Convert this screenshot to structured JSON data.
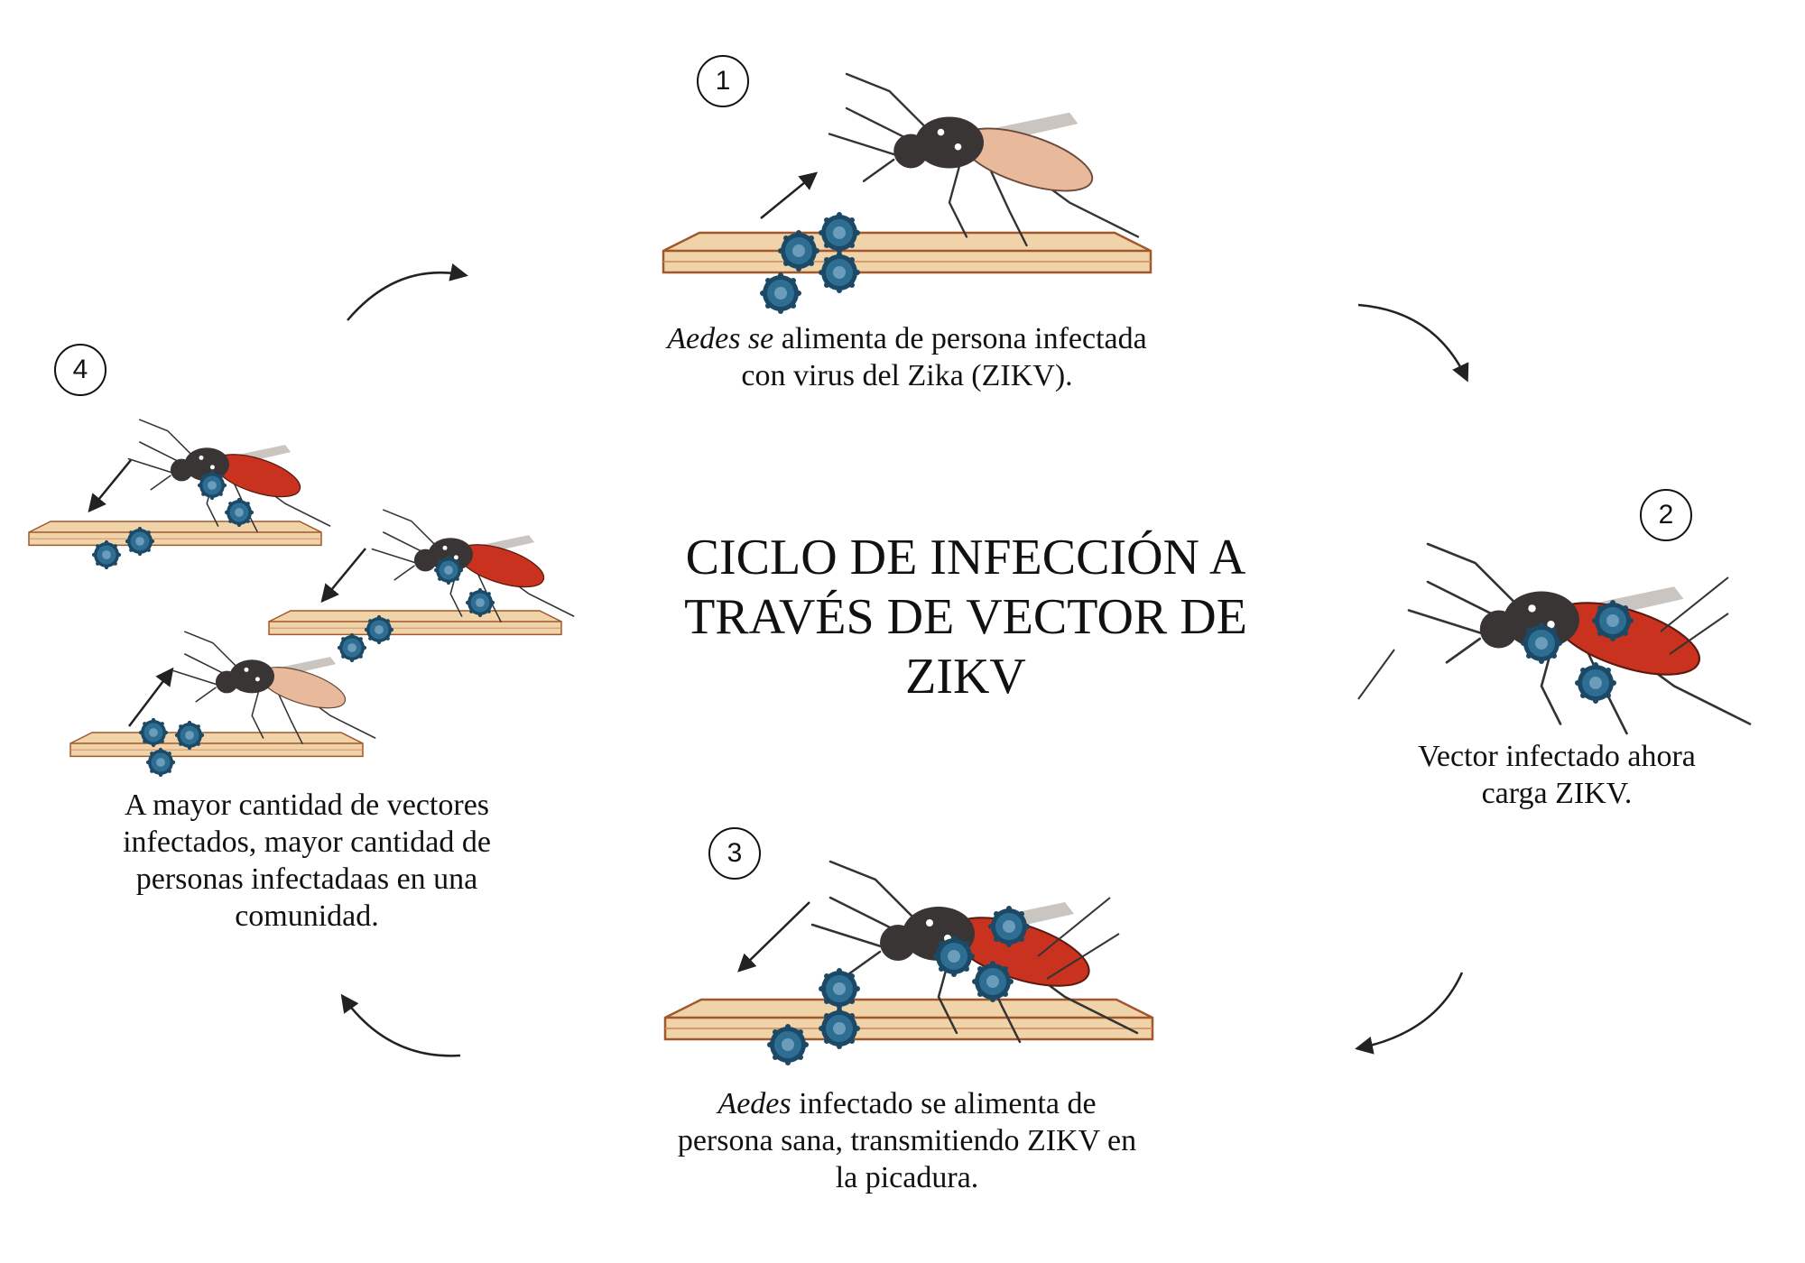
{
  "title": "CICLO DE INFECCIÓN A TRAVÉS DE VECTOR DE ZIKV",
  "steps": [
    {
      "number": "1",
      "caption_italic": "Aedes se",
      "caption_rest": " alimenta de persona infectada con virus del Zika (ZIKV)."
    },
    {
      "number": "2",
      "caption_italic": "",
      "caption_rest": "Vector infectado ahora carga ZIKV."
    },
    {
      "number": "3",
      "caption_italic": "Aedes",
      "caption_rest": " infectado se alimenta de persona sana, transmitiendo ZIKV en la picadura."
    },
    {
      "number": "4",
      "caption_italic": "",
      "caption_rest": "A mayor cantidad de vectores infectados, mayor cantidad de personas infectadaas en una comunidad."
    }
  ],
  "colors": {
    "skin_top": "#f1d3aa",
    "skin_edge": "#a0582c",
    "mosquito_body": "#3a3535",
    "abdomen_fed": "#e8b99a",
    "abdomen_infected": "#c8321f",
    "virus": "#2f6e93",
    "virus_dark": "#1c4a66",
    "arrow": "#222222"
  }
}
